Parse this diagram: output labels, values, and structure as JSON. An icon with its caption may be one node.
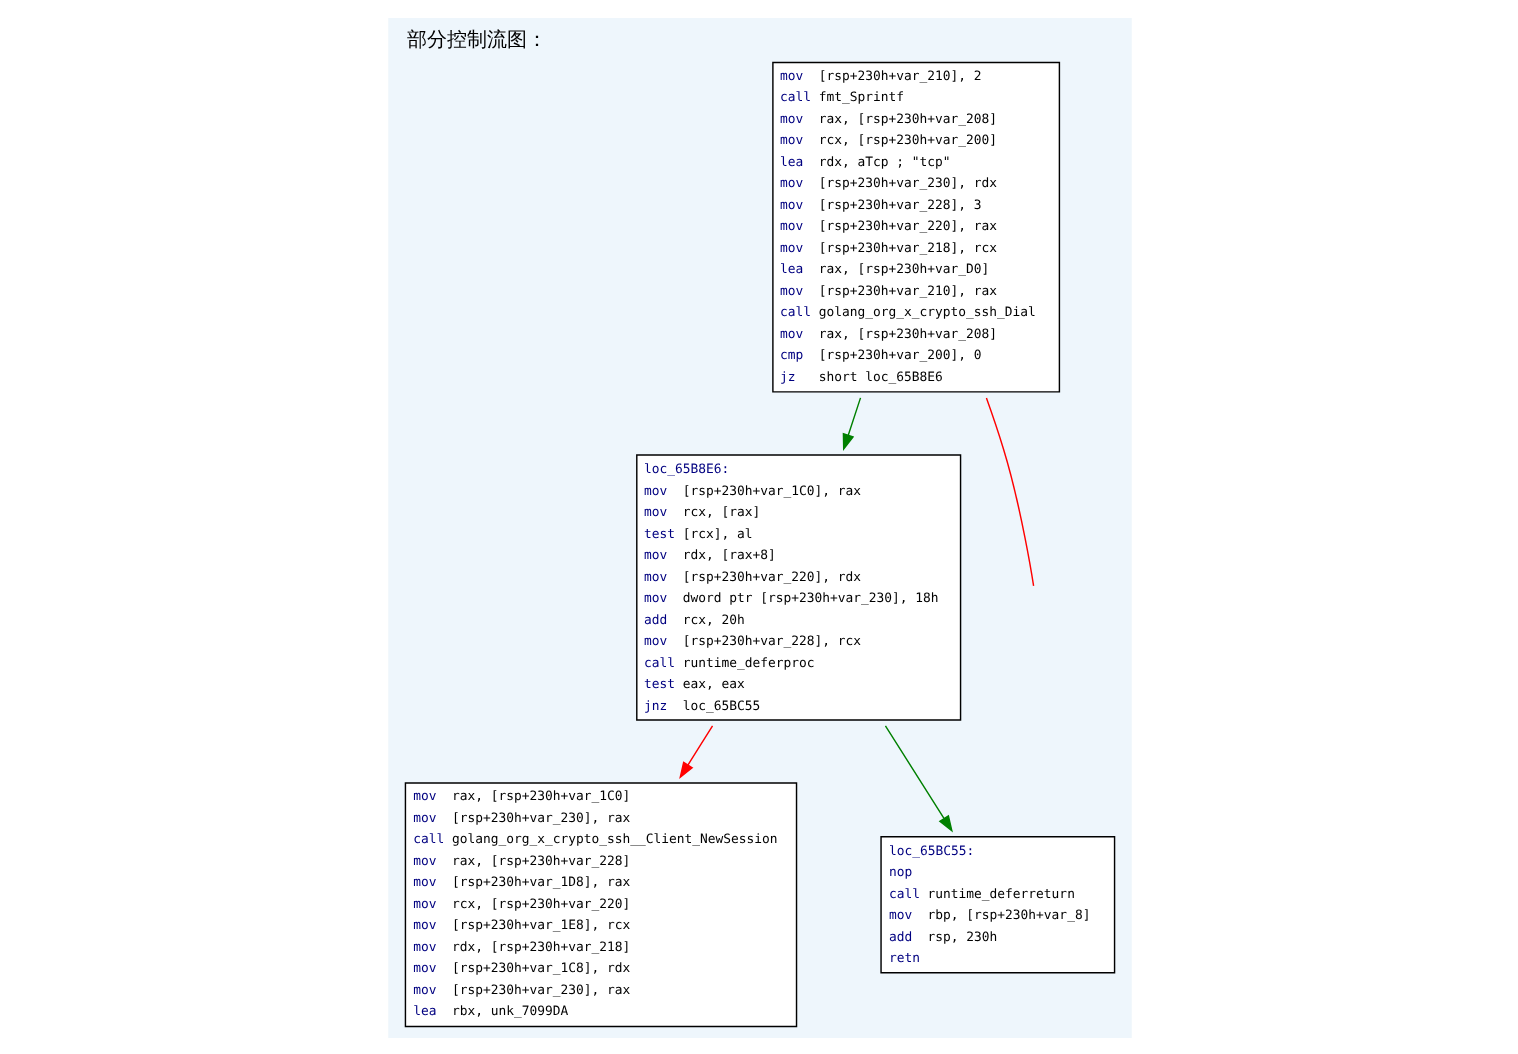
{
  "diagram": {
    "title": "部分控制流图：",
    "nodes": [
      {
        "text": [
          "mov [rsp+230h+var_210], 2",
          "call fmt_Sprintf",
          "mov rax, [rsp+230h+var_208]",
          "mov rcx, [rsp+230h+var_200]",
          "lea rdx, aTcp ; \"tcp\"",
          "mov [rsp+230h+var_230], rdx",
          "mov [rsp+230h+var_228], 3",
          "mov [rsp+230h+var_220], rax",
          "mov [rsp+230h+var_218], rcx",
          "lea rax, [rsp+230h+var_D0]",
          "mov [rsp+230h+var_210], rax",
          "call golang_org_x_crypto_ssh_Dial",
          "mov rax, [rsp+230h+var_208]",
          "cmp [rsp+230h+var_200], 0",
          "jz short loc_65B8E6"
        ]
      },
      {
        "text": [
          "loc_65B8E6:",
          "mov [rsp+230h+var_1C0], rax",
          "mov rcx, [rax]",
          "test [rcx], al",
          "mov rdx, [rax+8]",
          "mov [rsp+230h+var_220], rdx",
          "mov dword ptr [rsp+230h+var_230], 18h",
          "add rcx, 20h",
          "mov [rsp+230h+var_228], rcx",
          "call runtime_deferproc",
          "test eax, eax",
          "jnz loc_65BC55"
        ]
      },
      {
        "text": [
          "mov rax, [rsp+230h+var_1C0]",
          "mov [rsp+230h+var_230], rax",
          "call golang_org_x_crypto_ssh__Client_NewSession",
          "mov rax, [rsp+230h+var_228]",
          "mov [rsp+230h+var_1D8], rax",
          "mov rcx, [rsp+230h+var_220]",
          "mov [rsp+230h+var_1E8], rcx",
          "mov rdx, [rsp+230h+var_218]",
          "mov [rsp+230h+var_1C8], rdx",
          "mov [rsp+230h+var_230], rax",
          "lea rbx, unk_7099DA"
        ]
      },
      {
        "text": [
          "loc_65BC55:",
          "nop",
          "call runtime_deferreturn",
          "mov rbp, [rsp+230h+var_8]",
          "add rsp, 230h",
          "retn"
        ]
      }
    ],
    "edges": [
      {
        "from": 0,
        "to": 1,
        "arrow": "to",
        "color": "#008000"
      },
      {
        "from": 0,
        "to": null,
        "arrow": "none",
        "color": "#ff0000"
      },
      {
        "from": 1,
        "to": 2,
        "arrow": "to",
        "color": "#ff0000"
      },
      {
        "from": 1,
        "to": 3,
        "arrow": "to",
        "color": "#008000"
      }
    ]
  }
}
